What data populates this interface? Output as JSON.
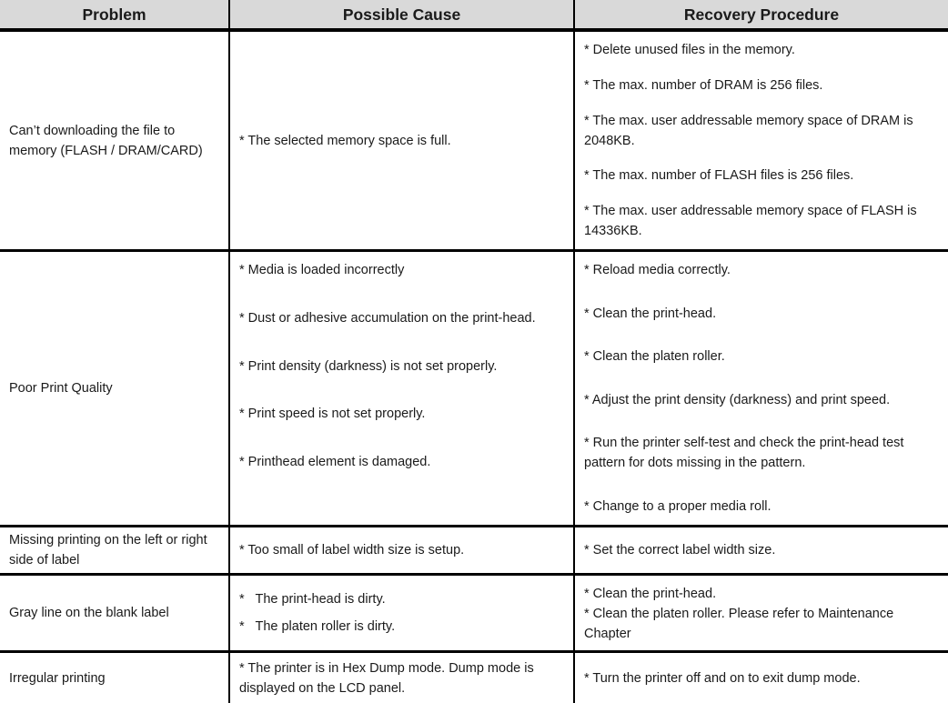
{
  "colors": {
    "header_bg": "#d9d9d9",
    "border": "#000000",
    "text": "#1a1a1a"
  },
  "table": {
    "headers": [
      "Problem",
      "Possible Cause",
      "Recovery Procedure"
    ],
    "rows": [
      {
        "problem": "Can’t downloading the file to memory (FLASH / DRAM/CARD)",
        "causes": [
          "* The selected memory space is full."
        ],
        "recovery": [
          "* Delete unused files in the memory.",
          "* The max. number of DRAM is 256 files.",
          "* The max. user addressable memory space of DRAM is 2048KB.",
          "* The max. number of FLASH files is 256 files.",
          "* The max. user addressable memory space of FLASH is 14336KB."
        ]
      },
      {
        "problem": "Poor Print Quality",
        "causes": [
          "* Media is loaded incorrectly",
          "* Dust or adhesive accumulation on the print-head.",
          "* Print density (darkness) is not set properly.",
          "* Print speed is not set properly.",
          "* Printhead element is damaged."
        ],
        "recovery": [
          "* Reload media correctly.",
          "* Clean the print-head.",
          "* Clean the platen roller.",
          "* Adjust the print density (darkness) and print speed.",
          "* Run the printer self-test and check the print-head test pattern for dots missing in the pattern.",
          "* Change to a proper media roll."
        ]
      },
      {
        "problem": "Missing printing on the left or right side of label",
        "causes": [
          "* Too small of label width size is setup."
        ],
        "recovery": [
          "* Set the correct label width size."
        ]
      },
      {
        "problem": "Gray line on the blank label",
        "causes": [
          "*   The print-head is dirty.",
          "*   The platen roller is dirty."
        ],
        "recovery": [
          "* Clean the print-head.",
          "* Clean the platen roller. Please refer to Maintenance Chapter"
        ]
      },
      {
        "problem": "Irregular printing",
        "causes": [
          "* The printer is in Hex Dump mode. Dump mode is displayed on the LCD panel."
        ],
        "recovery": [
          "* Turn the printer off and on to exit dump mode."
        ]
      }
    ]
  }
}
